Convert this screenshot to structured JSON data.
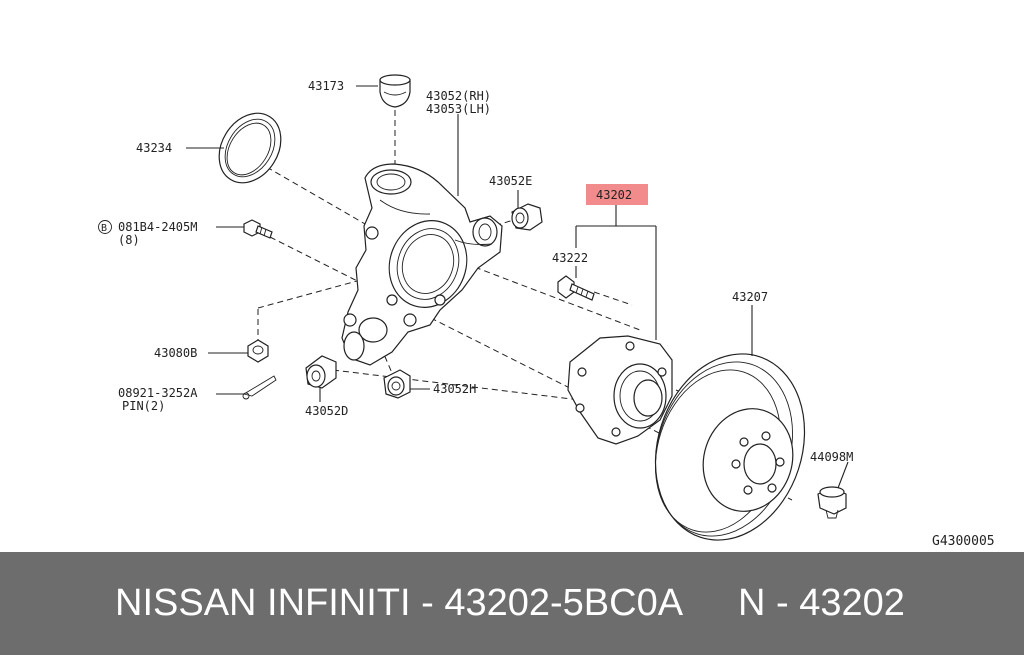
{
  "diagram": {
    "labels": {
      "p43173": "43173",
      "p43052rh": "43052(RH)",
      "p43053lh": "43053(LH)",
      "p43234": "43234",
      "p43052e": "43052E",
      "p43202": "43202",
      "bolt_circle": "B",
      "bolt_code": "081B4-2405M",
      "bolt_qty": "(8)",
      "p43222": "43222",
      "p43207": "43207",
      "p43080b": "43080B",
      "pin_code": "08921-3252A",
      "pin_qty": "PIN(2)",
      "p43052h": "43052H",
      "p43052d": "43052D",
      "p44098m": "44098M",
      "figure_code": "G4300005"
    },
    "highlight_color": "#f28c8c"
  },
  "footer": {
    "left_text": "NISSAN INFINITI - 43202-5BC0A",
    "right_text": "N - 43202",
    "background": "#6d6d6d",
    "text_color": "#ffffff"
  }
}
